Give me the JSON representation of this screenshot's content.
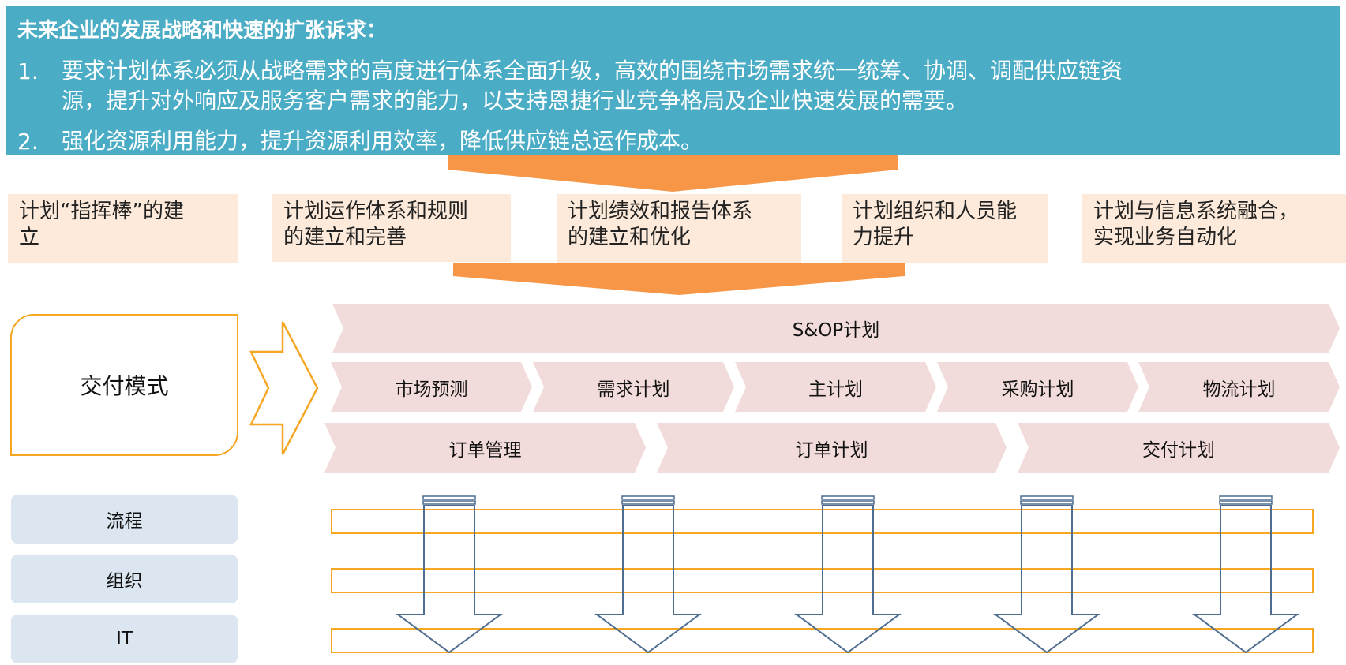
{
  "banner": {
    "title": "未来企业的发展战略和快速的扩张诉求：",
    "items": [
      {
        "num": "1.",
        "line1": "要求计划体系必须从战略需求的高度进行体系全面升级，高效的围绕市场需求统一统筹、协调、调配供应链资",
        "line2": "源，提升对外响应及服务客户需求的能力，以支持恩捷行业竞争格局及企业快速发展的需要。"
      },
      {
        "num": "2.",
        "line1": "强化资源利用能力，提升资源利用效率，降低供应链总运作成本。"
      }
    ]
  },
  "pillars": [
    {
      "line1": "计划“指挥棒”的建",
      "line2": "立"
    },
    {
      "line1": "计划运作体系和规则",
      "line2": "的建立和完善"
    },
    {
      "line1": "计划绩效和报告体系",
      "line2": "的建立和优化"
    },
    {
      "line1": "计划组织和人员能",
      "line2": "力提升"
    },
    {
      "line1": "计划与信息系统融合，",
      "line2": "实现业务自动化"
    }
  ],
  "delivery_model": "交付模式",
  "sop": "S&OP计划",
  "plans_row": [
    "市场预测",
    "需求计划",
    "主计划",
    "采购计划",
    "物流计划"
  ],
  "orders_row": [
    "订单管理",
    "订单计划",
    "交付计划"
  ],
  "foundations": [
    "流程",
    "组织",
    "IT"
  ],
  "colors": {
    "banner": "#4BACC6",
    "peach": "#FDEADA",
    "chevron": "#F2DCDB",
    "orange": "#F5A623",
    "arrow_blue": "#4F6D8F",
    "label_blue": "#DCE6F1"
  }
}
